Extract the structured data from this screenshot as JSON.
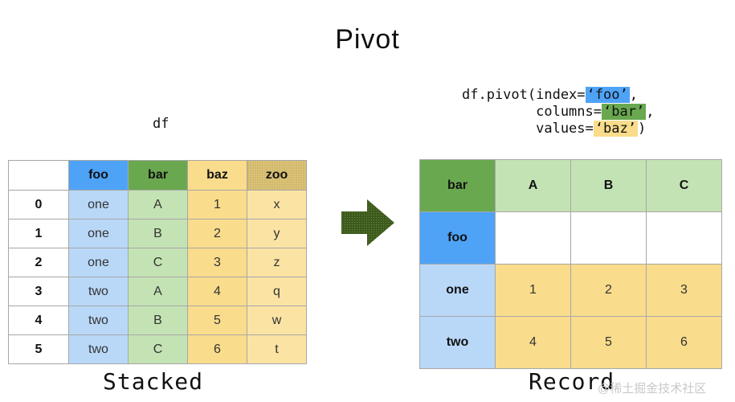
{
  "title": "Pivot",
  "df_label": "df",
  "code": {
    "line1_prefix": "df.pivot(index=",
    "index_arg": "‘foo’",
    "line1_suffix": ",",
    "line2_prefix": "         columns=",
    "columns_arg": "‘bar’",
    "line2_suffix": ",",
    "line3_prefix": "         values=",
    "values_arg": "‘baz’",
    "line3_suffix": ")"
  },
  "stacked_table": {
    "headers": [
      "",
      "foo",
      "bar",
      "baz",
      "zoo"
    ],
    "rows": [
      [
        "0",
        "one",
        "A",
        "1",
        "x"
      ],
      [
        "1",
        "one",
        "B",
        "2",
        "y"
      ],
      [
        "2",
        "one",
        "C",
        "3",
        "z"
      ],
      [
        "3",
        "two",
        "A",
        "4",
        "q"
      ],
      [
        "4",
        "two",
        "B",
        "5",
        "w"
      ],
      [
        "5",
        "two",
        "C",
        "6",
        "t"
      ]
    ]
  },
  "record_table": {
    "corner": "bar",
    "columns": [
      "A",
      "B",
      "C"
    ],
    "index_name": "foo",
    "rows": [
      {
        "label": "one",
        "values": [
          "1",
          "2",
          "3"
        ]
      },
      {
        "label": "two",
        "values": [
          "4",
          "5",
          "6"
        ]
      }
    ]
  },
  "labels": {
    "stacked": "Stacked",
    "record": "Record"
  },
  "watermark": "@稀土掘金技术社区",
  "colors": {
    "foo": "#4ea3f7",
    "bar": "#6aa84f",
    "baz": "#f9dc8c",
    "arrow": "#3d5a1e"
  },
  "icons": {
    "arrow": "right-arrow-icon"
  }
}
